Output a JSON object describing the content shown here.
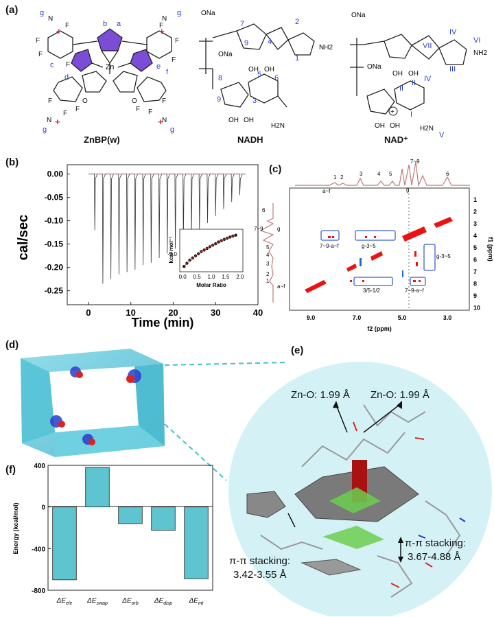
{
  "panels": {
    "a": "(a)",
    "b": "(b)",
    "c": "(c)",
    "d": "(d)",
    "e": "(e)",
    "f": "(f)"
  },
  "molecules": {
    "znbp": {
      "name": "ZnBP(w)",
      "center": "Zn",
      "labels": [
        "a",
        "b",
        "c",
        "d",
        "e",
        "f",
        "g"
      ]
    },
    "nadh": {
      "name": "NADH",
      "groups": [
        "ONa",
        "ONa",
        "NH2",
        "H2N",
        "OH",
        "OH",
        "OH",
        "OH"
      ],
      "numbers": [
        "1",
        "2",
        "3",
        "4",
        "5",
        "6",
        "7",
        "8",
        "9",
        "9"
      ]
    },
    "nadp": {
      "name": "NAD⁺",
      "groups": [
        "ONa",
        "ONa",
        "NH2",
        "H2N",
        "OH",
        "OH",
        "OH",
        "OH"
      ],
      "numerals": [
        "I",
        "II",
        "III",
        "IV",
        "V",
        "VI",
        "VII",
        "IV",
        "II"
      ]
    }
  },
  "itc": {
    "ylabel": "cal/sec",
    "xlabel": "Time (min)",
    "yticks": [
      "0.00",
      "-0.05",
      "-0.10",
      "-0.15",
      "-0.20",
      "-0.25"
    ],
    "xticks": [
      "0",
      "10",
      "20",
      "30",
      "40"
    ],
    "ylim": [
      -0.28,
      0.02
    ],
    "xlim": [
      -5,
      40
    ],
    "inset": {
      "ylabel": "kcal mol⁻¹",
      "xlabel": "Molar Ratio",
      "yticks": [
        "-2.0"
      ],
      "xticks": [
        "0.0",
        "0.5",
        "1.0",
        "1.5",
        "2.0"
      ]
    }
  },
  "noesy": {
    "xlabel": "f2 (ppm)",
    "ylabel": "f1 (ppm)",
    "xticks": [
      "9.0",
      "7.0",
      "5.0",
      "3.0"
    ],
    "yticks": [
      "1",
      "2",
      "3",
      "4",
      "5",
      "6",
      "7",
      "8",
      "9",
      "10"
    ],
    "top_peaks": [
      "1",
      "2",
      "3",
      "4",
      "5",
      "7~9",
      "6",
      "a~f",
      "g"
    ],
    "side_peaks": [
      "6",
      "7~9",
      "g",
      "5",
      "4",
      "3",
      "2",
      "1",
      "a~f"
    ],
    "boxes": [
      "7~9-a~f",
      "g-3~5",
      "g-3~5",
      "3/5-1/2",
      "7~9-a~f"
    ]
  },
  "md": {
    "labels": {
      "zno_left": "Zn-O: 1.99 Å",
      "zno_right": "Zn-O: 1.99 Å",
      "pipi_left_title": "π-π stacking:",
      "pipi_left_value": "3.42-3.55 Å",
      "pipi_right_title": "π-π stacking:",
      "pipi_right_value": "3.67-4.88 Å"
    }
  },
  "energy": {
    "ylabel": "Energy (kcal/mol)",
    "yticks": [
      "400",
      "0",
      "-400",
      "-800"
    ]
  },
  "chart_data": [
    {
      "type": "bar",
      "title": "",
      "ylabel": "Energy (kcal/mol)",
      "categories": [
        "ΔE_ele",
        "ΔE_swap",
        "ΔE_orb",
        "ΔE_disp",
        "ΔE_int"
      ],
      "values": [
        -700,
        380,
        -160,
        -225,
        -690
      ],
      "ylim": [
        -800,
        400
      ],
      "color": "#5ec4cf"
    },
    {
      "type": "line",
      "title": "",
      "xlabel": "Time (min)",
      "ylabel": "cal/sec",
      "xlim": [
        -5,
        40
      ],
      "ylim": [
        -0.28,
        0.02
      ],
      "injections": {
        "times": [
          1.5,
          3.4,
          5.3,
          7.2,
          9.1,
          11.0,
          12.9,
          14.8,
          16.7,
          18.6,
          20.5,
          22.4,
          24.3,
          26.2,
          28.1,
          30.0,
          31.9,
          33.8,
          35.7
        ],
        "peak_heights": [
          -0.12,
          -0.235,
          -0.225,
          -0.215,
          -0.21,
          -0.205,
          -0.195,
          -0.19,
          -0.18,
          -0.17,
          -0.16,
          -0.15,
          -0.135,
          -0.12,
          -0.105,
          -0.09,
          -0.075,
          -0.06,
          -0.045
        ]
      }
    },
    {
      "type": "scatter",
      "title": "",
      "xlabel": "Molar Ratio",
      "ylabel": "kcal mol⁻¹",
      "x": [
        0.05,
        0.15,
        0.25,
        0.35,
        0.45,
        0.55,
        0.65,
        0.75,
        0.85,
        0.95,
        1.05,
        1.15,
        1.25,
        1.35,
        1.45,
        1.55,
        1.65,
        1.75,
        1.85
      ],
      "y": [
        -2.35,
        -2.2,
        -2.05,
        -1.95,
        -1.85,
        -1.75,
        -1.65,
        -1.58,
        -1.5,
        -1.42,
        -1.35,
        -1.28,
        -1.2,
        -1.14,
        -1.08,
        -1.02,
        -0.97,
        -0.92,
        -0.88
      ],
      "xlim": [
        -0.1,
        2.1
      ],
      "ylim": [
        -2.6,
        -0.6
      ]
    }
  ]
}
